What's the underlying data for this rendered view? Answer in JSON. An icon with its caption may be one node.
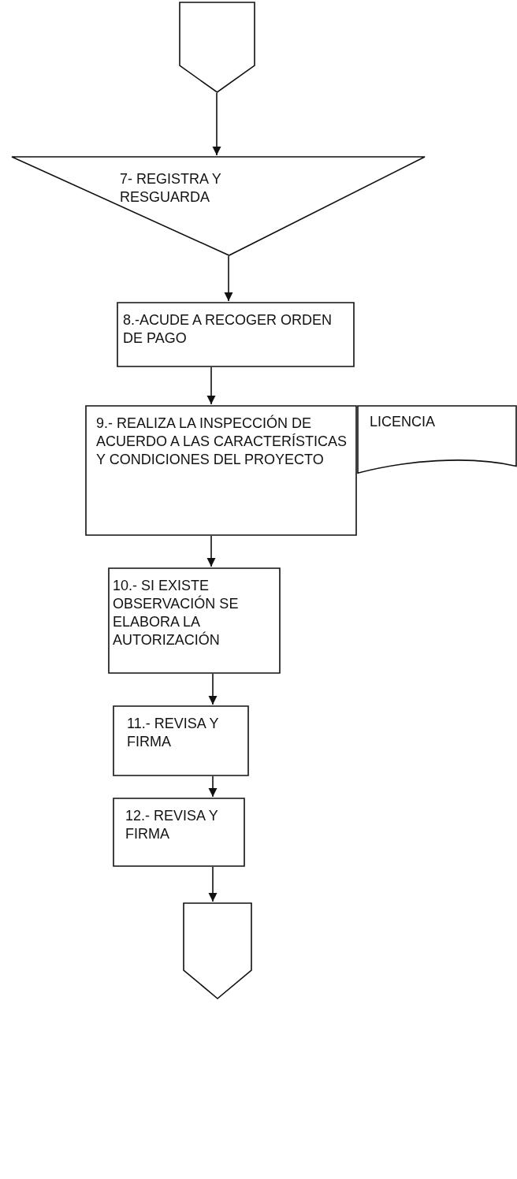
{
  "diagram": {
    "nodes": [
      {
        "text": [],
        "shape": "pentagon"
      },
      {
        "text": [
          "7- REGISTRA Y RESGUARDA"
        ]
      },
      {
        "text": [
          "8.-ACUDE A RECOGER ORDEN DE PAGO"
        ]
      },
      {
        "text": [
          "9.- REALIZA LA INSPECCIÓN DE ACUERDO A LAS CARACTERÍSTICAS Y CONDICIONES DEL PROYECTO"
        ]
      },
      {
        "text": [
          "LICENCIA"
        ]
      },
      {
        "text": [
          "10.- SI EXISTE OBSERVACIÓN SE ELABORA LA AUTORIZACIÓN"
        ]
      },
      {
        "text": [
          "11.- REVISA Y FIRMA"
        ]
      },
      {
        "text": [
          "12.- REVISA Y FIRMA"
        ]
      },
      {
        "text": [],
        "shape": "pentagon"
      }
    ],
    "edges": [
      {
        "from": 0,
        "to": 1,
        "arrow": "to"
      },
      {
        "from": 1,
        "to": 2,
        "arrow": "to"
      },
      {
        "from": 2,
        "to": 3,
        "arrow": "to"
      },
      {
        "from": 3,
        "to": 5,
        "arrow": "to"
      },
      {
        "from": 5,
        "to": 6,
        "arrow": "to"
      },
      {
        "from": 6,
        "to": 7,
        "arrow": "to"
      },
      {
        "from": 7,
        "to": 8,
        "arrow": "to"
      }
    ]
  }
}
